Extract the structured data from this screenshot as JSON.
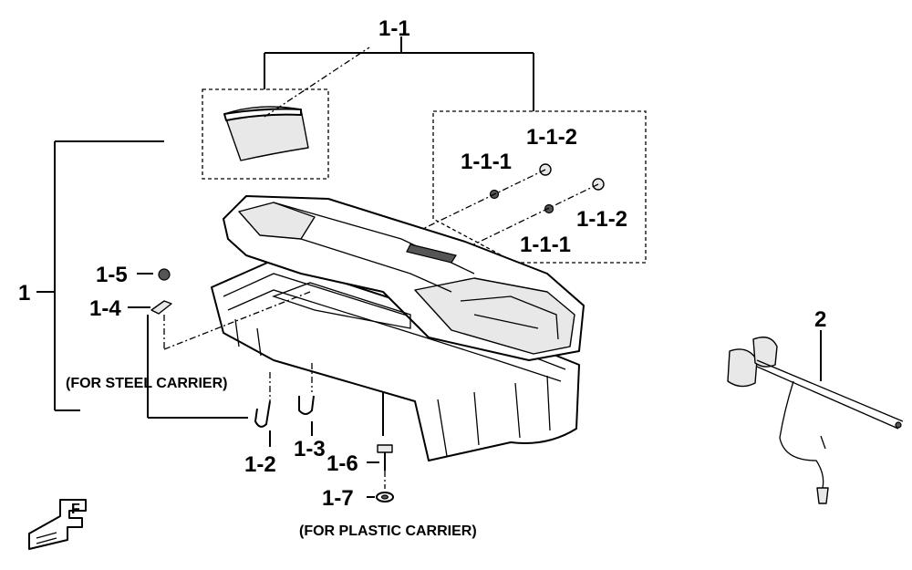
{
  "labels": {
    "l_1_1": "1-1",
    "l_1_1_2_top": "1-1-2",
    "l_1_1_1_top": "1-1-1",
    "l_1_1_2_bottom": "1-1-2",
    "l_1_1_1_bottom": "1-1-1",
    "l_1": "1",
    "l_1_5": "1-5",
    "l_1_4": "1-4",
    "l_1_2": "1-2",
    "l_1_3": "1-3",
    "l_1_6": "1-6",
    "l_1_7": "1-7",
    "l_2": "2"
  },
  "notes": {
    "steel_carrier": "(FOR STEEL CARRIER)",
    "plastic_carrier": "(FOR PLASTIC CARRIER)"
  },
  "icons": {
    "front_indicator": "front-direction-arrow-icon",
    "front_letter": "F"
  }
}
